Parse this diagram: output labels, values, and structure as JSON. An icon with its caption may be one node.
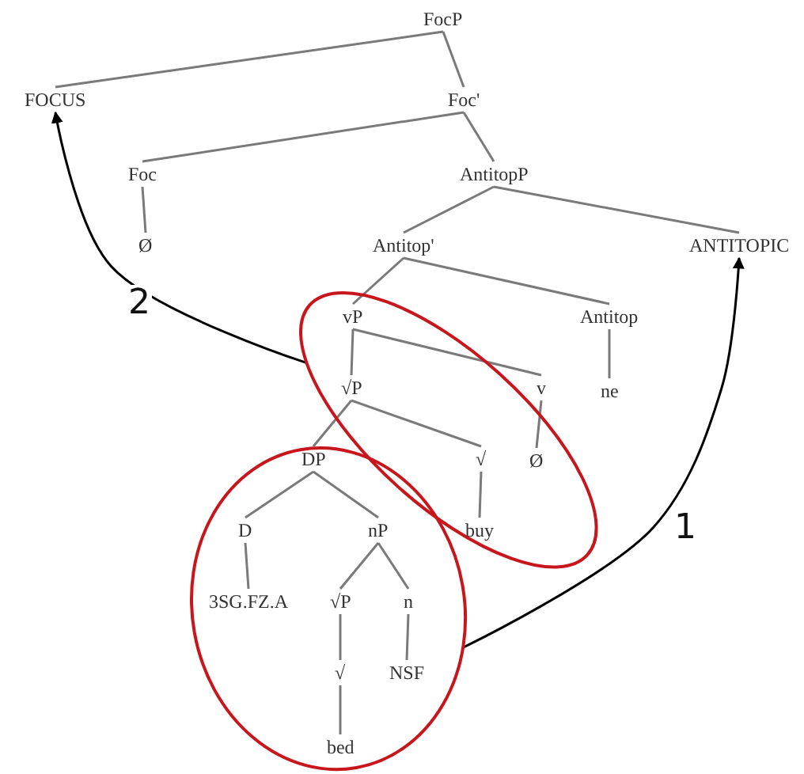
{
  "diagram": {
    "nodes": [
      {
        "text": [
          "FocP"
        ]
      },
      {
        "text": [
          "FOCUS"
        ]
      },
      {
        "text": [
          "Foc'"
        ]
      },
      {
        "text": [
          "Foc"
        ]
      },
      {
        "text": [
          "AntitopP"
        ]
      },
      {
        "text": [
          "Ø"
        ]
      },
      {
        "text": [
          "Antitop'"
        ]
      },
      {
        "text": [
          "ANTITOPIC"
        ]
      },
      {
        "text": [],
        "shape": "ellipse"
      },
      {
        "text": [
          "vP"
        ],
        "in": 8
      },
      {
        "text": [
          "Antitop"
        ]
      },
      {
        "text": [
          "√P"
        ],
        "in": 8
      },
      {
        "text": [
          "v"
        ],
        "in": 8
      },
      {
        "text": [
          "ne"
        ]
      },
      {
        "text": [],
        "shape": "ellipse"
      },
      {
        "text": [
          "DP"
        ],
        "in": 14
      },
      {
        "text": [
          "√"
        ],
        "in": 8
      },
      {
        "text": [
          "Ø"
        ],
        "in": 8
      },
      {
        "text": [
          "D"
        ],
        "in": 14
      },
      {
        "text": [
          "nP"
        ],
        "in": 14
      },
      {
        "text": [
          "buy"
        ],
        "in": 8
      },
      {
        "text": [
          "3SG.FZ.A"
        ],
        "in": 14
      },
      {
        "text": [
          "√P"
        ],
        "in": 14
      },
      {
        "text": [
          "n"
        ],
        "in": 14
      },
      {
        "text": [
          "NSF"
        ],
        "in": 14
      },
      {
        "text": [
          "√"
        ],
        "in": 14
      },
      {
        "text": [
          "bed"
        ],
        "in": 14
      }
    ],
    "edges": [
      {
        "from": 0,
        "to": 1,
        "arrow": "none"
      },
      {
        "from": 0,
        "to": 2,
        "arrow": "none"
      },
      {
        "from": 2,
        "to": 3,
        "arrow": "none"
      },
      {
        "from": 2,
        "to": 4,
        "arrow": "none"
      },
      {
        "from": 3,
        "to": 5,
        "arrow": "none"
      },
      {
        "from": 4,
        "to": 6,
        "arrow": "none"
      },
      {
        "from": 4,
        "to": 7,
        "arrow": "none"
      },
      {
        "from": 6,
        "to": 9,
        "arrow": "none"
      },
      {
        "from": 6,
        "to": 10,
        "arrow": "none"
      },
      {
        "from": 9,
        "to": 11,
        "arrow": "none"
      },
      {
        "from": 9,
        "to": 12,
        "arrow": "none"
      },
      {
        "from": 10,
        "to": 13,
        "arrow": "none"
      },
      {
        "from": 11,
        "to": 15,
        "arrow": "none"
      },
      {
        "from": 11,
        "to": 16,
        "arrow": "none"
      },
      {
        "from": 12,
        "to": 17,
        "arrow": "none"
      },
      {
        "from": 15,
        "to": 18,
        "arrow": "none"
      },
      {
        "from": 15,
        "to": 19,
        "arrow": "none"
      },
      {
        "from": 16,
        "to": 20,
        "arrow": "none"
      },
      {
        "from": 18,
        "to": 21,
        "arrow": "none"
      },
      {
        "from": 19,
        "to": 22,
        "arrow": "none"
      },
      {
        "from": 19,
        "to": 23,
        "arrow": "none"
      },
      {
        "from": 22,
        "to": 25,
        "arrow": "none"
      },
      {
        "from": 23,
        "to": 24,
        "arrow": "none"
      },
      {
        "from": 25,
        "to": 26,
        "arrow": "none"
      },
      {
        "from": 8,
        "to": 1,
        "arrow": "to",
        "label": "2",
        "color": "#000000"
      },
      {
        "from": 14,
        "to": 7,
        "arrow": "to",
        "label": "1",
        "color": "#000000"
      }
    ]
  }
}
